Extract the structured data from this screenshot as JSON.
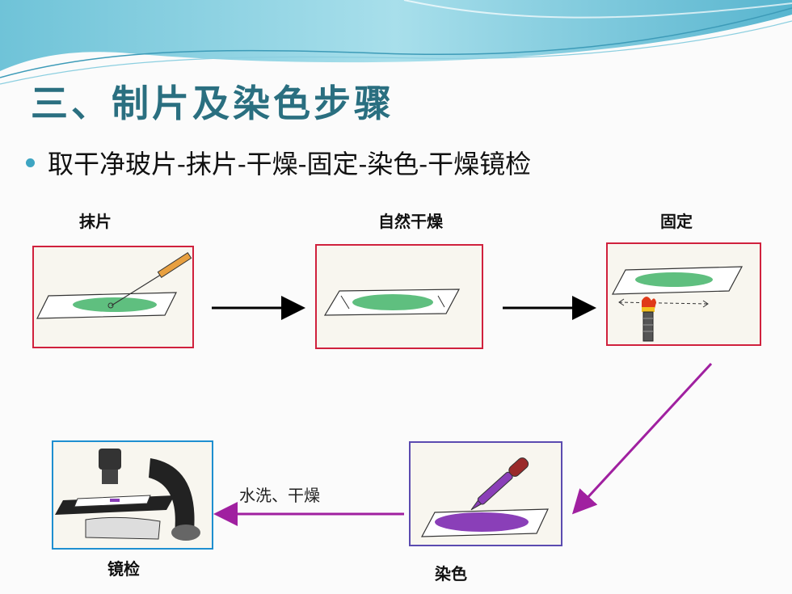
{
  "slide": {
    "title": "三、制片及染色步骤",
    "bullet": "取干净玻片-抹片-干燥-固定-染色-干燥镜检"
  },
  "steps": {
    "smear": {
      "label": "抹片"
    },
    "air_dry": {
      "label": "自然干燥"
    },
    "fix": {
      "label": "固定"
    },
    "stain": {
      "label": "染色"
    },
    "microscopy": {
      "label": "镜检"
    }
  },
  "edges": {
    "wash_dry": "水洗、干燥"
  },
  "colors": {
    "title": "#2a6f80",
    "bullet_dot": "#3ea5c2",
    "panel_border_red": "#d0213d",
    "panel_border_blue": "#1e8fd0",
    "panel_border_purple": "#5b4bb0",
    "flow_arrow": "#a020a0",
    "smear_green": "#5fbf7f",
    "stain_purple": "#8a3fb8"
  }
}
